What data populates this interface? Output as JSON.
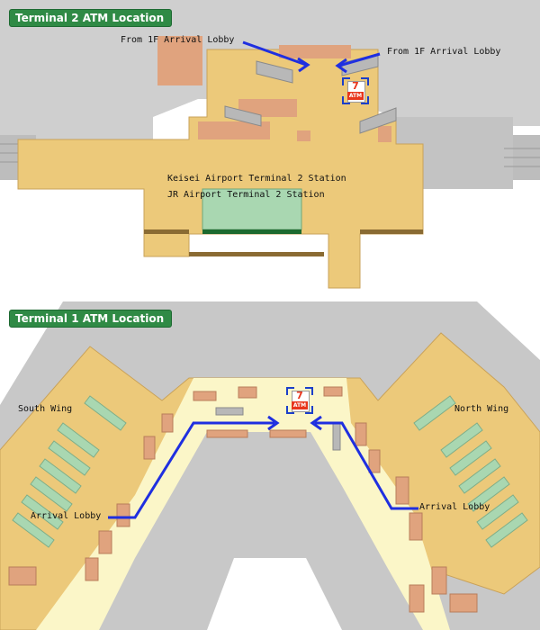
{
  "colors": {
    "building": "#c8c8c8",
    "concourse": "#ecc97a",
    "lobby": "#fbf6c8",
    "shop": "#e0a37e",
    "platform": "#a9d7b1",
    "route": "#1f2fe0",
    "badge": "#2f8a45"
  },
  "terminal2": {
    "title": "Terminal 2 ATM Location",
    "label_arrival_left": "From 1F Arrival Lobby",
    "label_arrival_right": "From 1F Arrival Lobby",
    "label_keisei": "Keisei Airport Terminal 2 Station",
    "label_jr": "JR Airport Terminal 2 Station",
    "atm_icon": "seven-bank-atm-icon",
    "atm_logo": "7",
    "atm_text": "ATM"
  },
  "terminal1": {
    "title": "Terminal 1 ATM Location",
    "label_south_wing": "South Wing",
    "label_north_wing": "North Wing",
    "label_arrival_left": "Arrival Lobby",
    "label_arrival_right": "Arrival Lobby",
    "atm_icon": "seven-bank-atm-icon",
    "atm_logo": "7",
    "atm_text": "ATM"
  }
}
